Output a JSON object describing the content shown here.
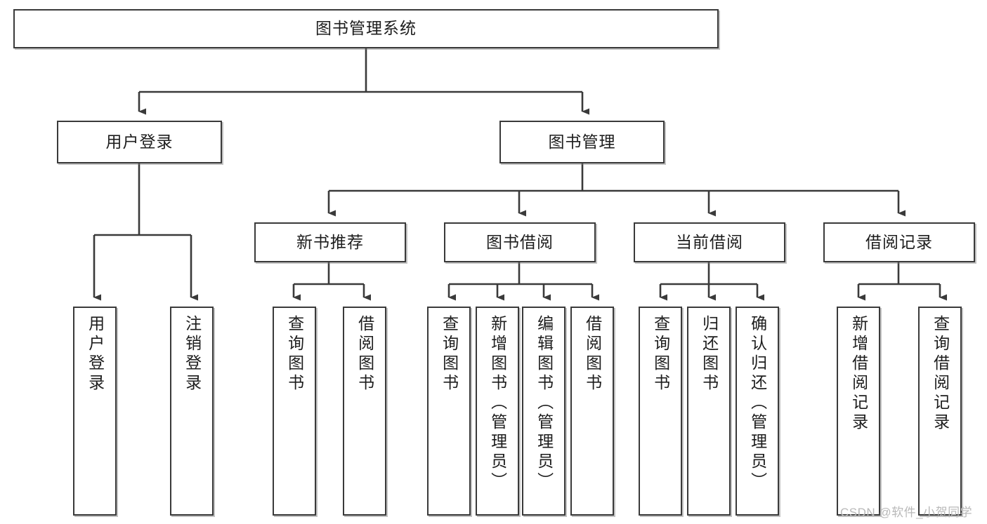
{
  "diagram": {
    "title": "图书管理系统",
    "type": "hierarchy-tree",
    "orientation": "top-down",
    "colors": {
      "box_border": "#3a3a3a",
      "box_fill": "#ffffff",
      "connector": "#3a3a3a",
      "text": "#1d1d1d",
      "watermark": "#b9b9b9",
      "background": "#ffffff"
    },
    "nodes": {
      "root": {
        "label": "图书管理系统",
        "level": 1,
        "text_direction": "horizontal"
      },
      "level2": [
        {
          "id": "user-login",
          "label": "用户登录",
          "text_direction": "horizontal"
        },
        {
          "id": "book-management",
          "label": "图书管理",
          "text_direction": "horizontal"
        }
      ],
      "level3": [
        {
          "id": "new-book-recommend",
          "label": "新书推荐",
          "text_direction": "horizontal",
          "parent": "book-management"
        },
        {
          "id": "book-borrow",
          "label": "图书借阅",
          "text_direction": "horizontal",
          "parent": "book-management"
        },
        {
          "id": "current-borrow",
          "label": "当前借阅",
          "text_direction": "horizontal",
          "parent": "book-management"
        },
        {
          "id": "borrow-record",
          "label": "借阅记录",
          "text_direction": "horizontal",
          "parent": "book-management"
        }
      ],
      "leaves": [
        {
          "id": "leaf-user-login",
          "label": "用户登录",
          "parent": "user-login",
          "text_direction": "vertical"
        },
        {
          "id": "leaf-user-logout",
          "label": "注销登录",
          "parent": "user-login",
          "text_direction": "vertical"
        },
        {
          "id": "leaf-query-book-1",
          "label": "查询图书",
          "parent": "new-book-recommend",
          "text_direction": "vertical"
        },
        {
          "id": "leaf-borrow-book-1",
          "label": "借阅图书",
          "parent": "new-book-recommend",
          "text_direction": "vertical"
        },
        {
          "id": "leaf-query-book-2",
          "label": "查询图书",
          "parent": "book-borrow",
          "text_direction": "vertical"
        },
        {
          "id": "leaf-add-book",
          "label": "新增图书（管理员）",
          "parent": "book-borrow",
          "text_direction": "vertical"
        },
        {
          "id": "leaf-edit-book",
          "label": "编辑图书（管理员）",
          "parent": "book-borrow",
          "text_direction": "vertical"
        },
        {
          "id": "leaf-borrow-book-2",
          "label": "借阅图书",
          "parent": "book-borrow",
          "text_direction": "vertical"
        },
        {
          "id": "leaf-query-book-3",
          "label": "查询图书",
          "parent": "current-borrow",
          "text_direction": "vertical"
        },
        {
          "id": "leaf-return-book",
          "label": "归还图书",
          "parent": "current-borrow",
          "text_direction": "vertical"
        },
        {
          "id": "leaf-confirm-return",
          "label": "确认归还（管理员）",
          "parent": "current-borrow",
          "text_direction": "vertical"
        },
        {
          "id": "leaf-add-record",
          "label": "新增借阅记录",
          "parent": "borrow-record",
          "text_direction": "vertical"
        },
        {
          "id": "leaf-query-record",
          "label": "查询借阅记录",
          "parent": "borrow-record",
          "text_direction": "vertical"
        }
      ]
    },
    "watermark": "CSDN @软件_小贺同学"
  }
}
